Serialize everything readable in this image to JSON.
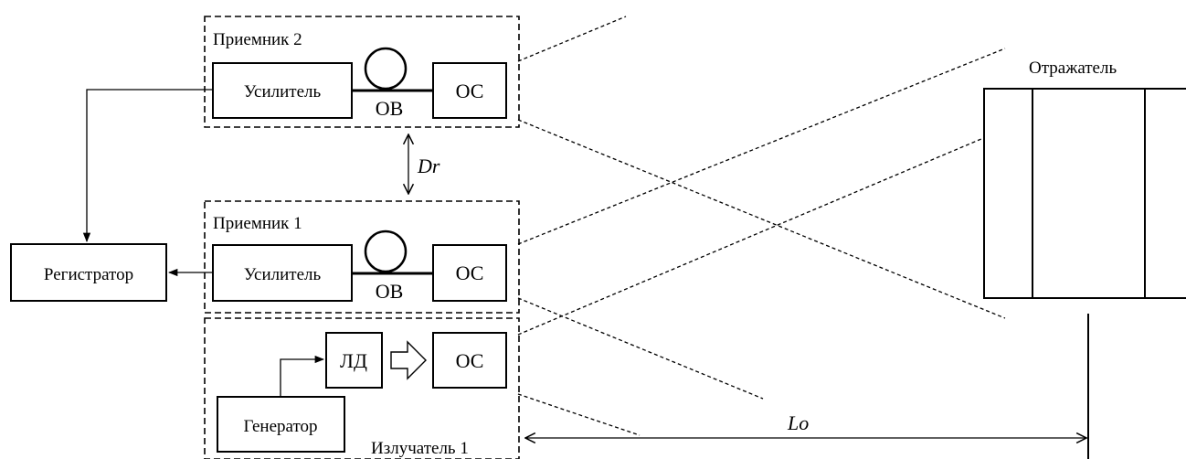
{
  "receiver2": {
    "title": "Приемник 2",
    "amplifier": "Усилитель",
    "fiber": "ОВ",
    "optics": "ОС"
  },
  "receiver1": {
    "title": "Приемник 1",
    "amplifier": "Усилитель",
    "fiber": "ОВ",
    "optics": "ОС"
  },
  "emitter": {
    "title": "Излучатель 1",
    "laser_diode": "ЛД",
    "optics": "ОС",
    "generator": "Генератор"
  },
  "recorder": "Регистратор",
  "reflector": "Отражатель",
  "receiver_spacing": "Dr",
  "distance": "Lo"
}
